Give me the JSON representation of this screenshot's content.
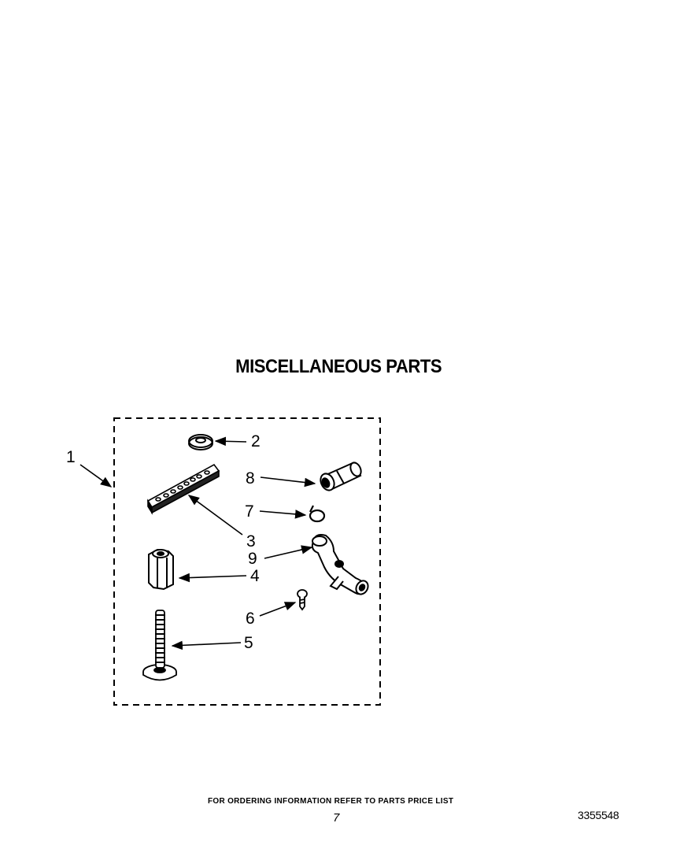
{
  "title": "MISCELLANEOUS PARTS",
  "callouts": {
    "kit": "1",
    "washer": "2",
    "strip": "3",
    "nut": "4",
    "bolt": "5",
    "screw": "6",
    "clamp": "7",
    "coupling": "8",
    "elbow": "9"
  },
  "footer": {
    "note": "FOR ORDERING INFORMATION REFER TO PARTS PRICE LIST",
    "page": "7",
    "doc_number": "3355548"
  }
}
